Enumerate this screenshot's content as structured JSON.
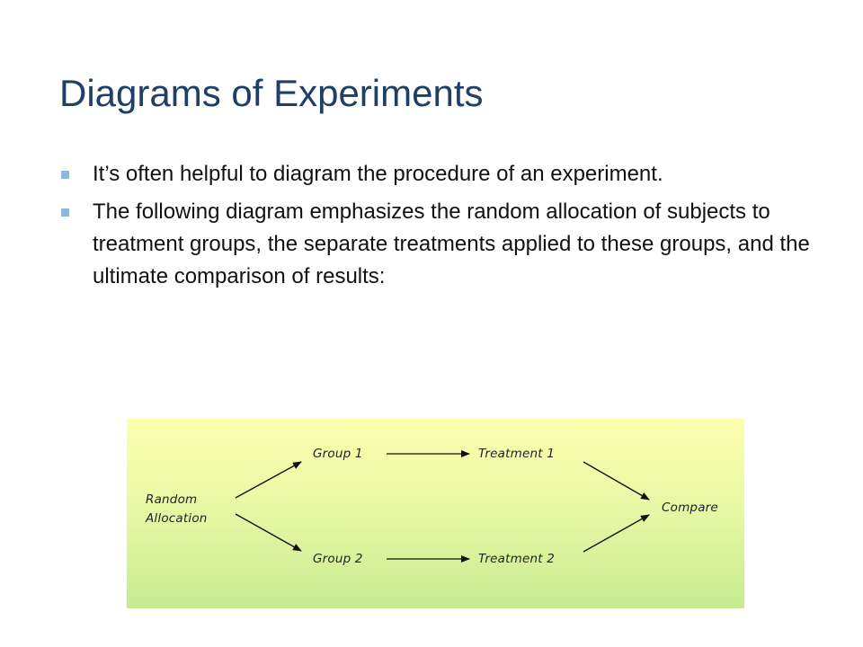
{
  "slide": {
    "title": "Diagrams of Experiments",
    "bullets": [
      "It’s often helpful to diagram the procedure of an experiment.",
      "The following diagram emphasizes the random allocation of subjects to treatment groups, the separate treatments applied to these groups, and the ultimate comparison of results:"
    ]
  },
  "diagram": {
    "nodes": {
      "random_allocation_line1": "Random",
      "random_allocation_line2": "Allocation",
      "group1": "Group 1",
      "group2": "Group 2",
      "treatment1": "Treatment 1",
      "treatment2": "Treatment 2",
      "compare": "Compare"
    }
  },
  "colors": {
    "title": "#1f3f66",
    "bullet_marker": "#8fb7dc",
    "diagram_bg_top": "#fcffae",
    "diagram_bg_bottom": "#c6ec90"
  }
}
